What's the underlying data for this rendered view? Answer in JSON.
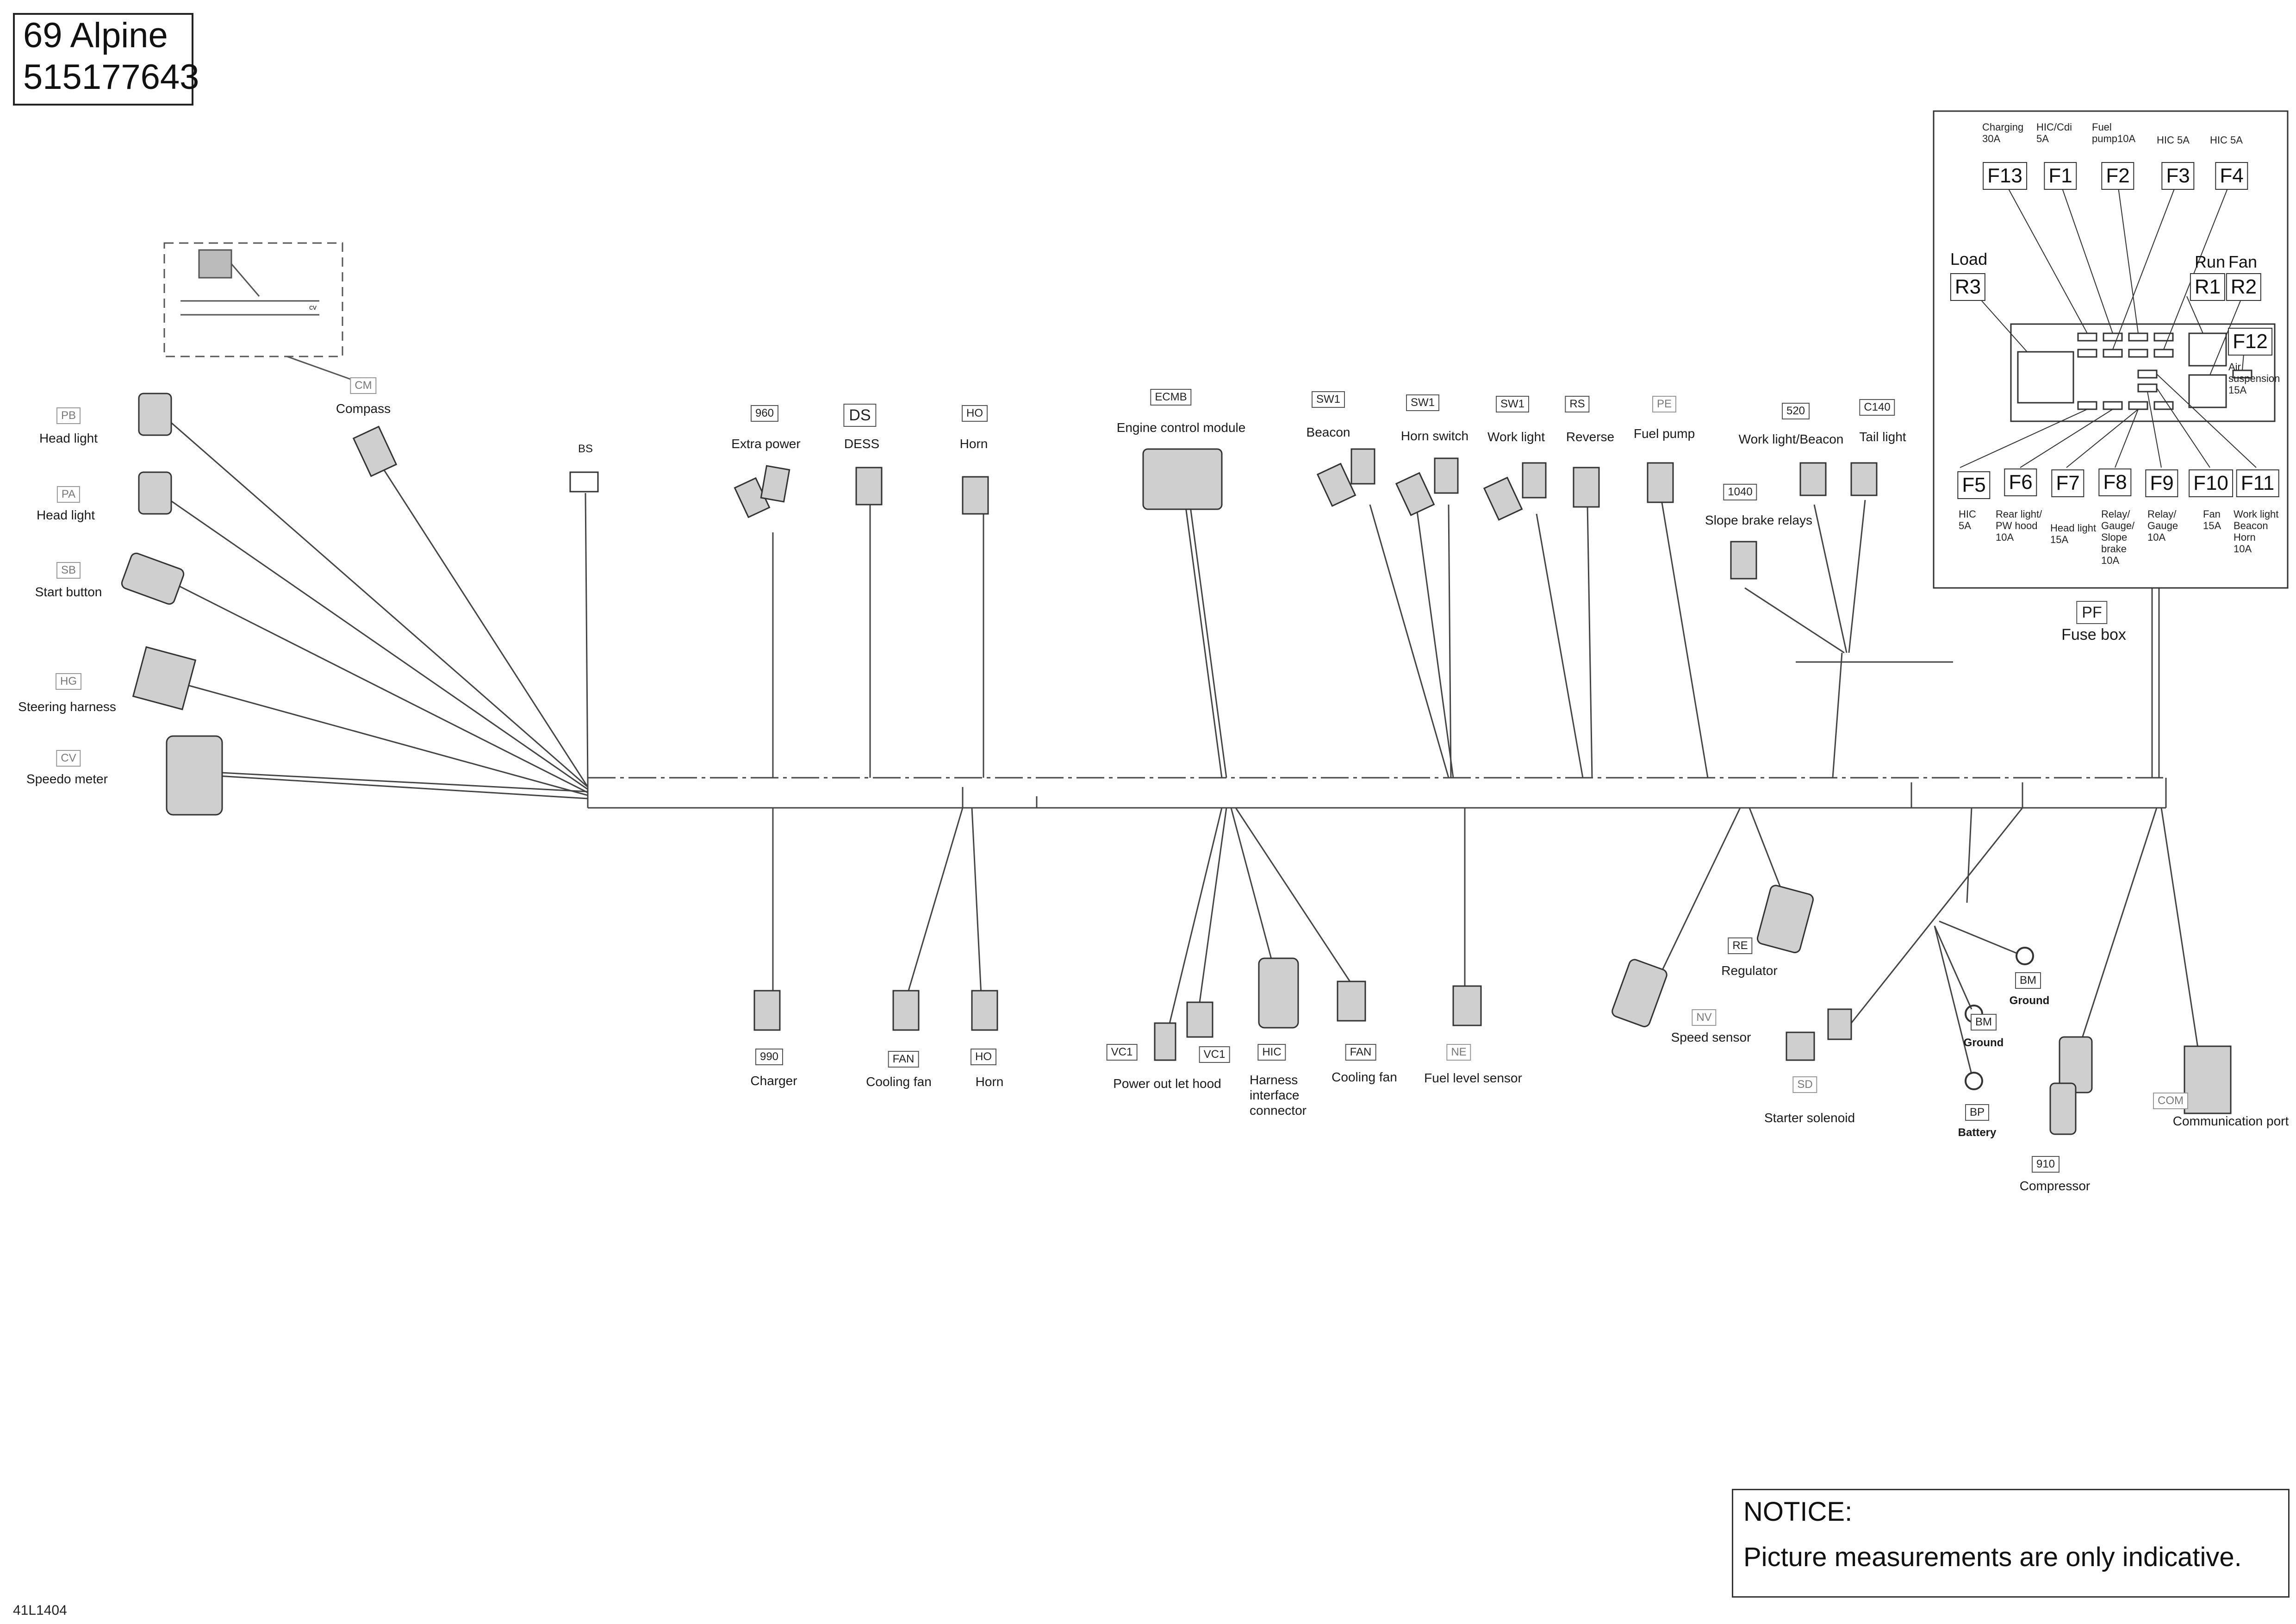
{
  "title": {
    "line1": "69 Alpine",
    "line2": "515177643"
  },
  "diagram_code": "41L1404",
  "notice": {
    "heading": "NOTICE:",
    "text": "Picture measurements are only indicative."
  },
  "connectors": {
    "pb": {
      "code": "PB",
      "label": "Head light"
    },
    "pa": {
      "code": "PA",
      "label": "Head light"
    },
    "sb": {
      "code": "SB",
      "label": "Start button"
    },
    "hg": {
      "code": "HG",
      "label": "Steering harness"
    },
    "cv": {
      "code": "CV",
      "label": "Speedo meter"
    },
    "cm": {
      "code": "CM",
      "label": "Compass",
      "detail": "cv"
    },
    "bs": {
      "code": "BS"
    },
    "p960": {
      "code": "960",
      "label": "Extra power"
    },
    "ds": {
      "code": "DS",
      "label": "DESS"
    },
    "ho_top": {
      "code": "HO",
      "label": "Horn"
    },
    "ecmb": {
      "code": "ECMB",
      "label": "Engine control module"
    },
    "sw1_beacon": {
      "code": "SW1",
      "label": "Beacon"
    },
    "sw1_horn": {
      "code": "SW1",
      "label": "Horn switch"
    },
    "sw1_work": {
      "code": "SW1",
      "label": "Work light"
    },
    "rs": {
      "code": "RS",
      "label": "Reverse"
    },
    "pe": {
      "code": "PE",
      "label": "Fuel pump"
    },
    "p520": {
      "code": "520",
      "label": "Work light/Beacon"
    },
    "c140": {
      "code": "C140",
      "label": "Tail light"
    },
    "p1040": {
      "code": "1040",
      "label": "Slope brake relays"
    },
    "pf": {
      "code": "PF",
      "label": "Fuse box"
    },
    "p990": {
      "code": "990",
      "label": "Charger"
    },
    "fan_left": {
      "code": "FAN",
      "label": "Cooling fan"
    },
    "ho_bottom": {
      "code": "HO",
      "label": "Horn"
    },
    "vc1": {
      "code1": "VC1",
      "code2": "VC1",
      "label": "Power out let hood"
    },
    "hic": {
      "code": "HIC",
      "label1": "Harness",
      "label2": "interface",
      "label3": "connector"
    },
    "fan_right": {
      "code": "FAN",
      "label": "Cooling fan"
    },
    "ne": {
      "code": "NE",
      "label": "Fuel level sensor"
    },
    "re": {
      "code": "RE",
      "label": "Regulator"
    },
    "nv": {
      "code": "NV",
      "label": "Speed sensor"
    },
    "sd": {
      "code": "SD",
      "label": "Starter solenoid"
    },
    "bm1": {
      "code": "BM",
      "label": "Ground"
    },
    "bm2": {
      "code": "BM",
      "label": "Ground"
    },
    "bp": {
      "code": "BP",
      "label": "Battery"
    },
    "p910": {
      "code": "910",
      "label": "Compressor"
    },
    "com": {
      "code": "COM",
      "label": "Communication port"
    }
  },
  "fuse_box": {
    "top_fuses": [
      {
        "id": "F13",
        "desc1": "Charging",
        "desc2": "30A"
      },
      {
        "id": "F1",
        "desc1": "HIC/Cdi",
        "desc2": "5A"
      },
      {
        "id": "F2",
        "desc1": "Fuel",
        "desc2": "pump10A"
      },
      {
        "id": "F3",
        "desc1": "HIC 5A",
        "desc2": ""
      },
      {
        "id": "F4",
        "desc1": "HIC 5A",
        "desc2": ""
      }
    ],
    "relays": {
      "r3": {
        "id": "R3",
        "label": "Load"
      },
      "r1": {
        "id": "R1",
        "label": "Run"
      },
      "r2": {
        "id": "R2",
        "label": "Fan"
      }
    },
    "f12": {
      "id": "F12",
      "desc1": "Air",
      "desc2": "suspension",
      "desc3": "15A"
    },
    "bottom_fuses": [
      {
        "id": "F5",
        "desc": [
          "HIC",
          "5A"
        ]
      },
      {
        "id": "F6",
        "desc": [
          "Rear light/",
          "PW hood",
          "10A"
        ]
      },
      {
        "id": "F7",
        "desc": [
          "Head light",
          "15A"
        ]
      },
      {
        "id": "F8",
        "desc": [
          "Relay/",
          "Gauge/",
          "Slope",
          "brake",
          "10A"
        ]
      },
      {
        "id": "F9",
        "desc": [
          "Relay/",
          "Gauge",
          "10A"
        ]
      },
      {
        "id": "F10",
        "desc": [
          "Fan",
          "15A"
        ]
      },
      {
        "id": "F11",
        "desc": [
          "Work light",
          "Beacon",
          "Horn",
          "10A"
        ]
      }
    ]
  }
}
